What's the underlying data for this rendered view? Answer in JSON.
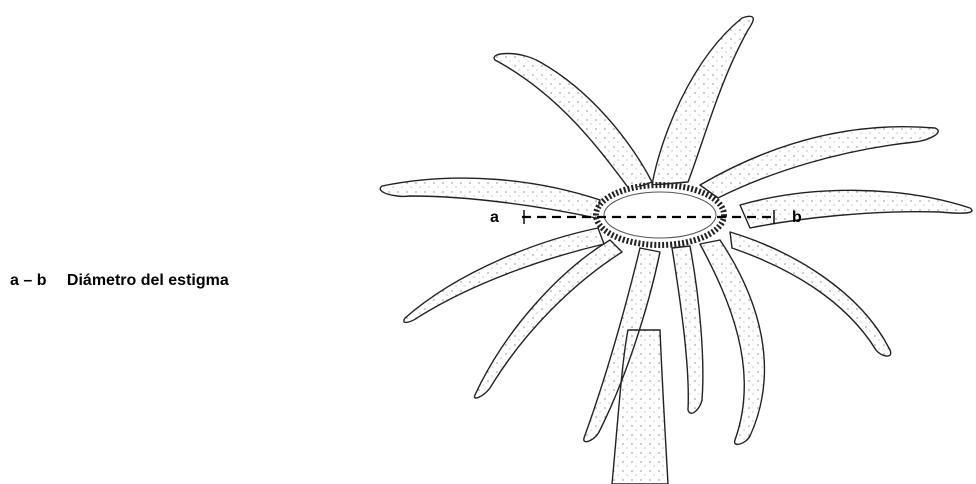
{
  "legend": {
    "segment": "a – b",
    "description": "Diámetro del estigma"
  },
  "points": {
    "a": "a",
    "b": "b"
  }
}
